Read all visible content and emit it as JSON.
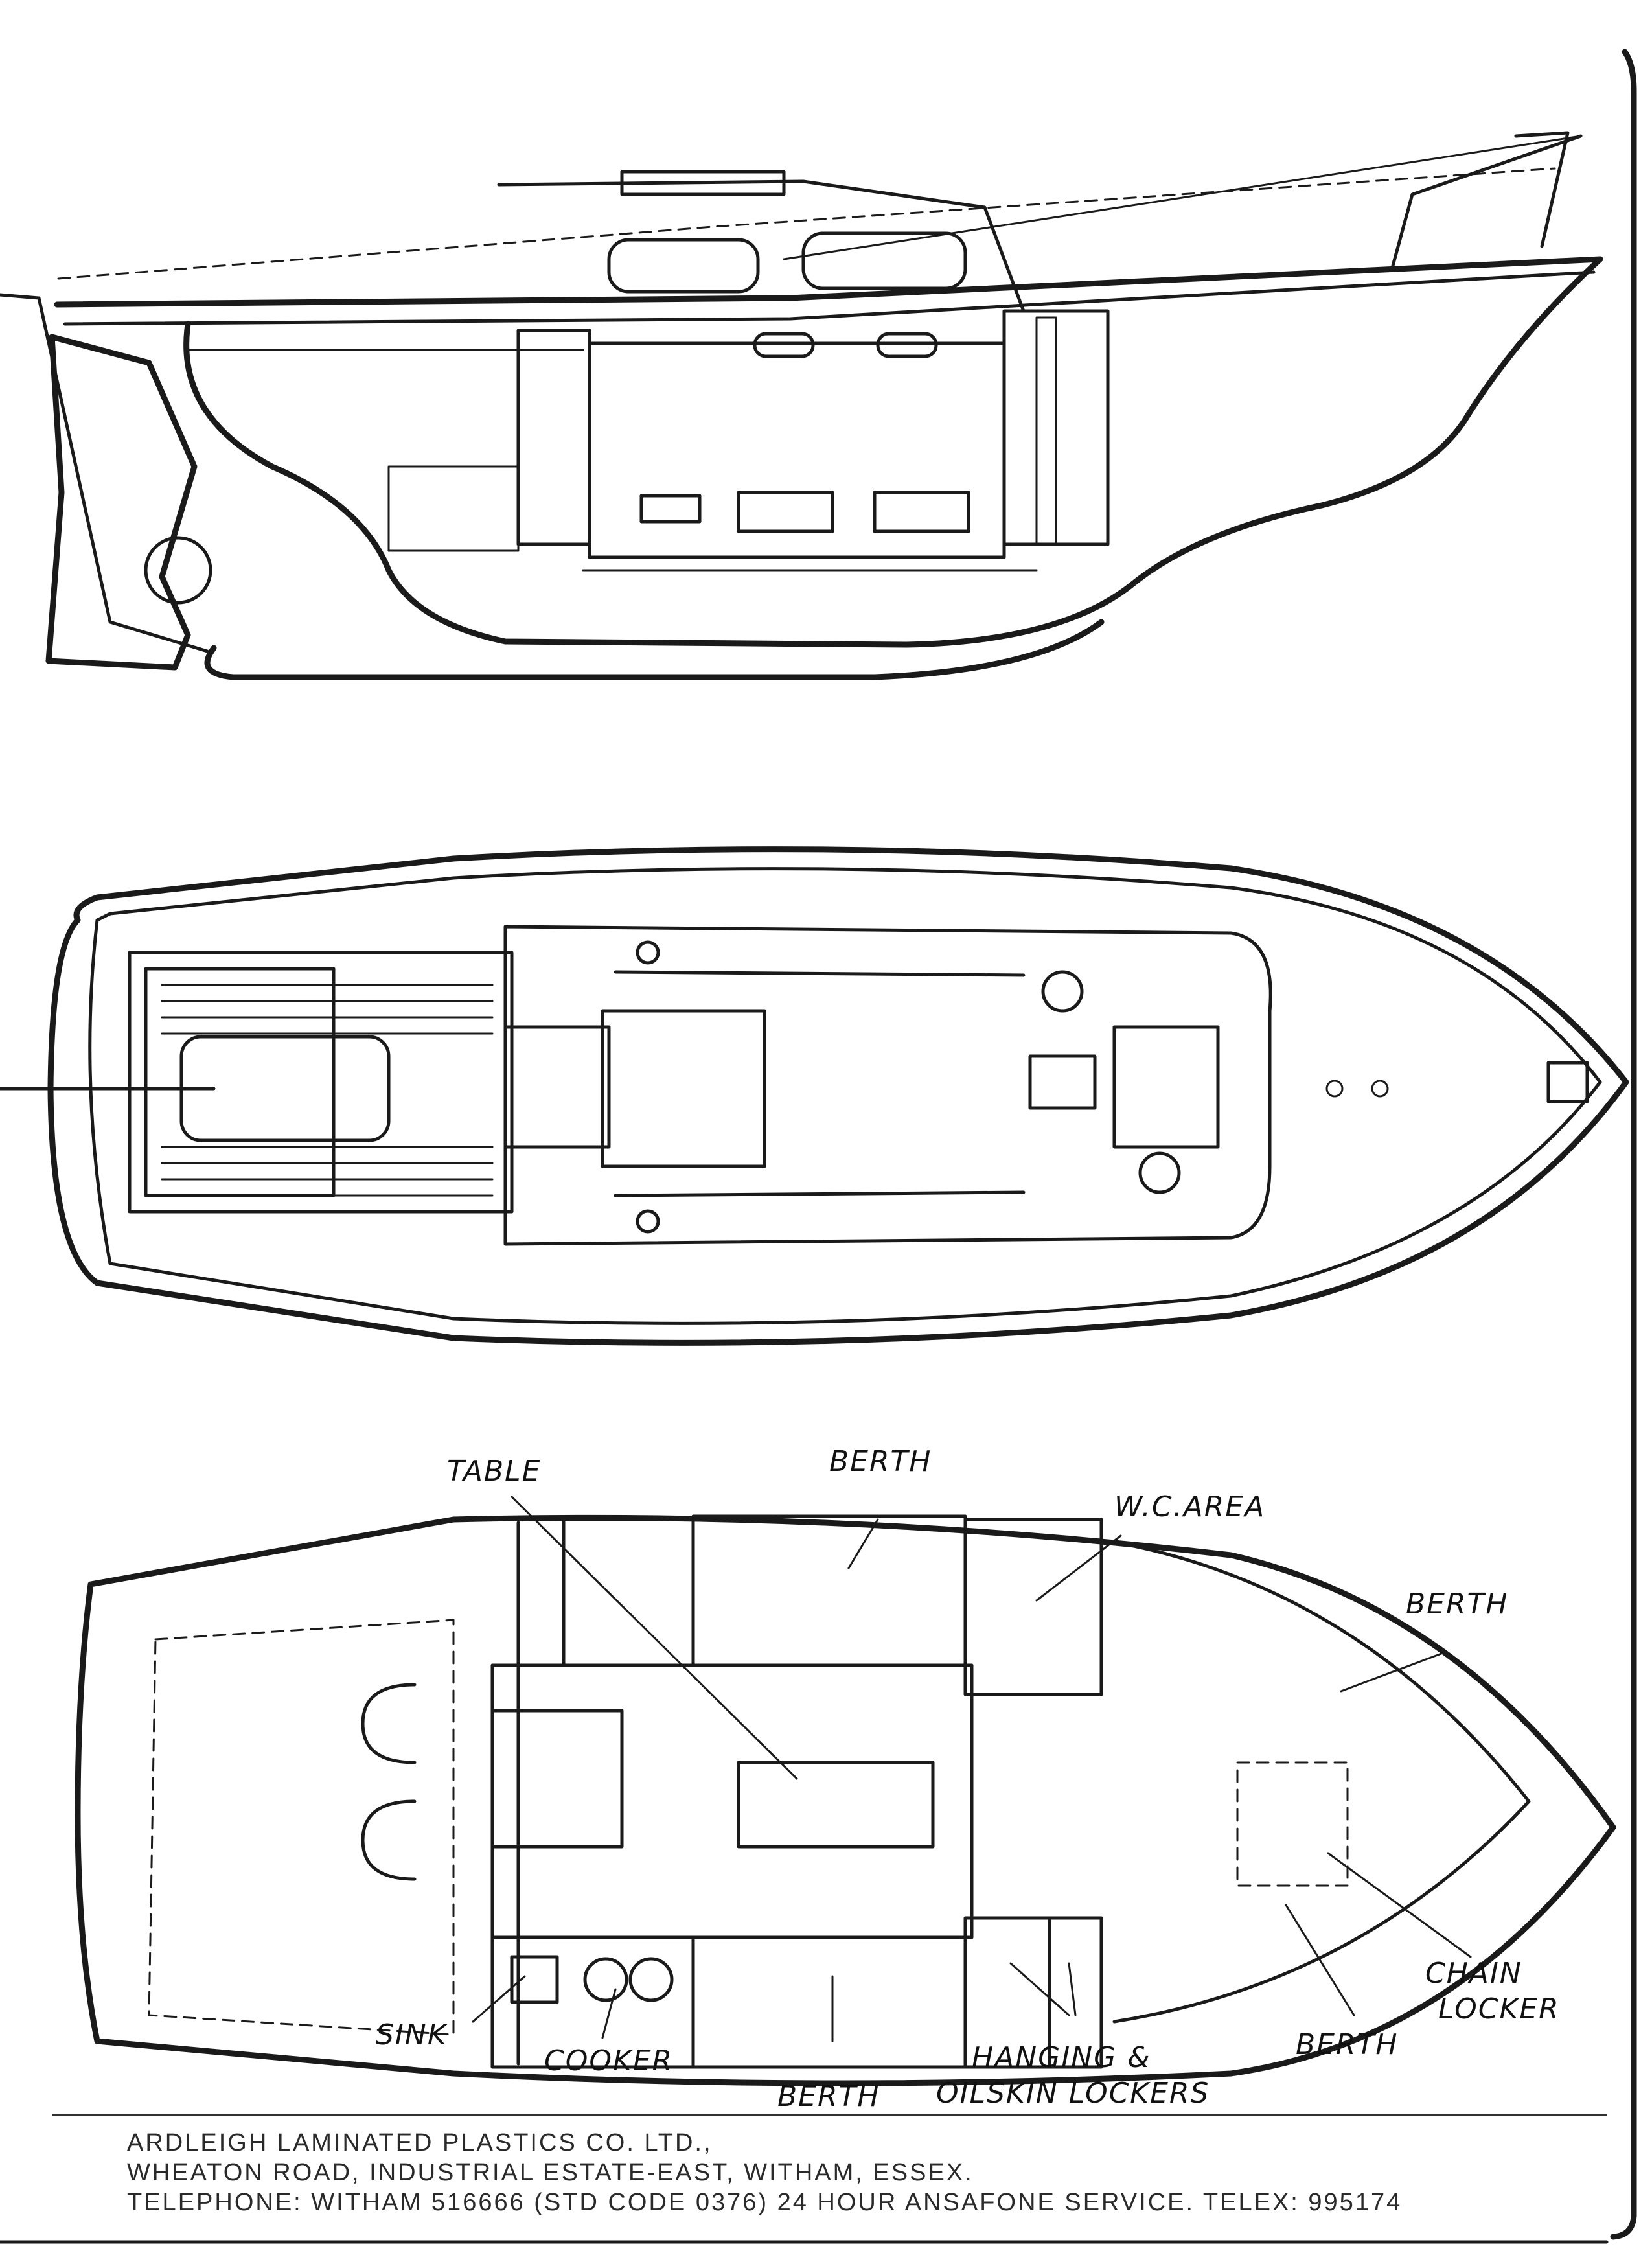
{
  "drawing": {
    "views": [
      "side-profile",
      "deck-plan",
      "accommodation-plan"
    ],
    "labels": {
      "table": "TABLE",
      "berth_top": "BERTH",
      "wc_area": "W.C.AREA",
      "berth_fwd": "BERTH",
      "sink": "SINK",
      "cooker": "COOKER",
      "berth_bottom": "BERTH",
      "hanging_line1": "HANGING &",
      "hanging_line2": "OILSKIN LOCKERS",
      "berth_fwd_bottom": "BERTH",
      "chain_line1": "CHAIN",
      "chain_line2": "LOCKER"
    }
  },
  "footer": {
    "line1": "ARDLEIGH LAMINATED PLASTICS CO. LTD.,",
    "line2": "WHEATON ROAD, INDUSTRIAL ESTATE-EAST, WITHAM, ESSEX.",
    "line3": "TELEPHONE: WITHAM 516666 (STD CODE 0376) 24 HOUR ANSAFONE SERVICE. TELEX: 995174"
  }
}
